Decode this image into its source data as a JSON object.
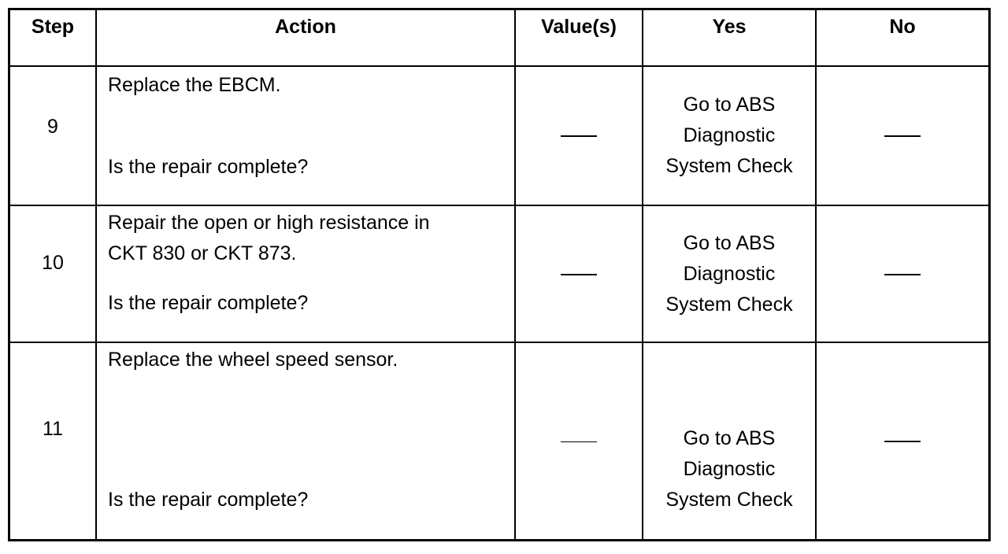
{
  "table": {
    "headers": {
      "step": "Step",
      "action": "Action",
      "values": "Value(s)",
      "yes": "Yes",
      "no": "No"
    },
    "rows": [
      {
        "step": "9",
        "action_lines": [
          "Replace the EBCM."
        ],
        "question": "Is the repair complete?",
        "value": "—",
        "yes_lines": [
          "Go to ABS",
          "Diagnostic",
          "System Check"
        ],
        "no": "—"
      },
      {
        "step": "10",
        "action_lines": [
          "Repair the open or high  resistance in",
          "CKT 830 or CKT 873."
        ],
        "question": "Is the repair complete?",
        "value": "—",
        "yes_lines": [
          "Go to ABS",
          "Diagnostic",
          "System Check"
        ],
        "no": "—"
      },
      {
        "step": "11",
        "action_lines": [
          "Replace the wheel speed  sensor."
        ],
        "question": "Is the repair complete?",
        "value": "—",
        "yes_lines": [
          "Go to ABS",
          "Diagnostic",
          "System Check"
        ],
        "no": "—"
      }
    ]
  }
}
